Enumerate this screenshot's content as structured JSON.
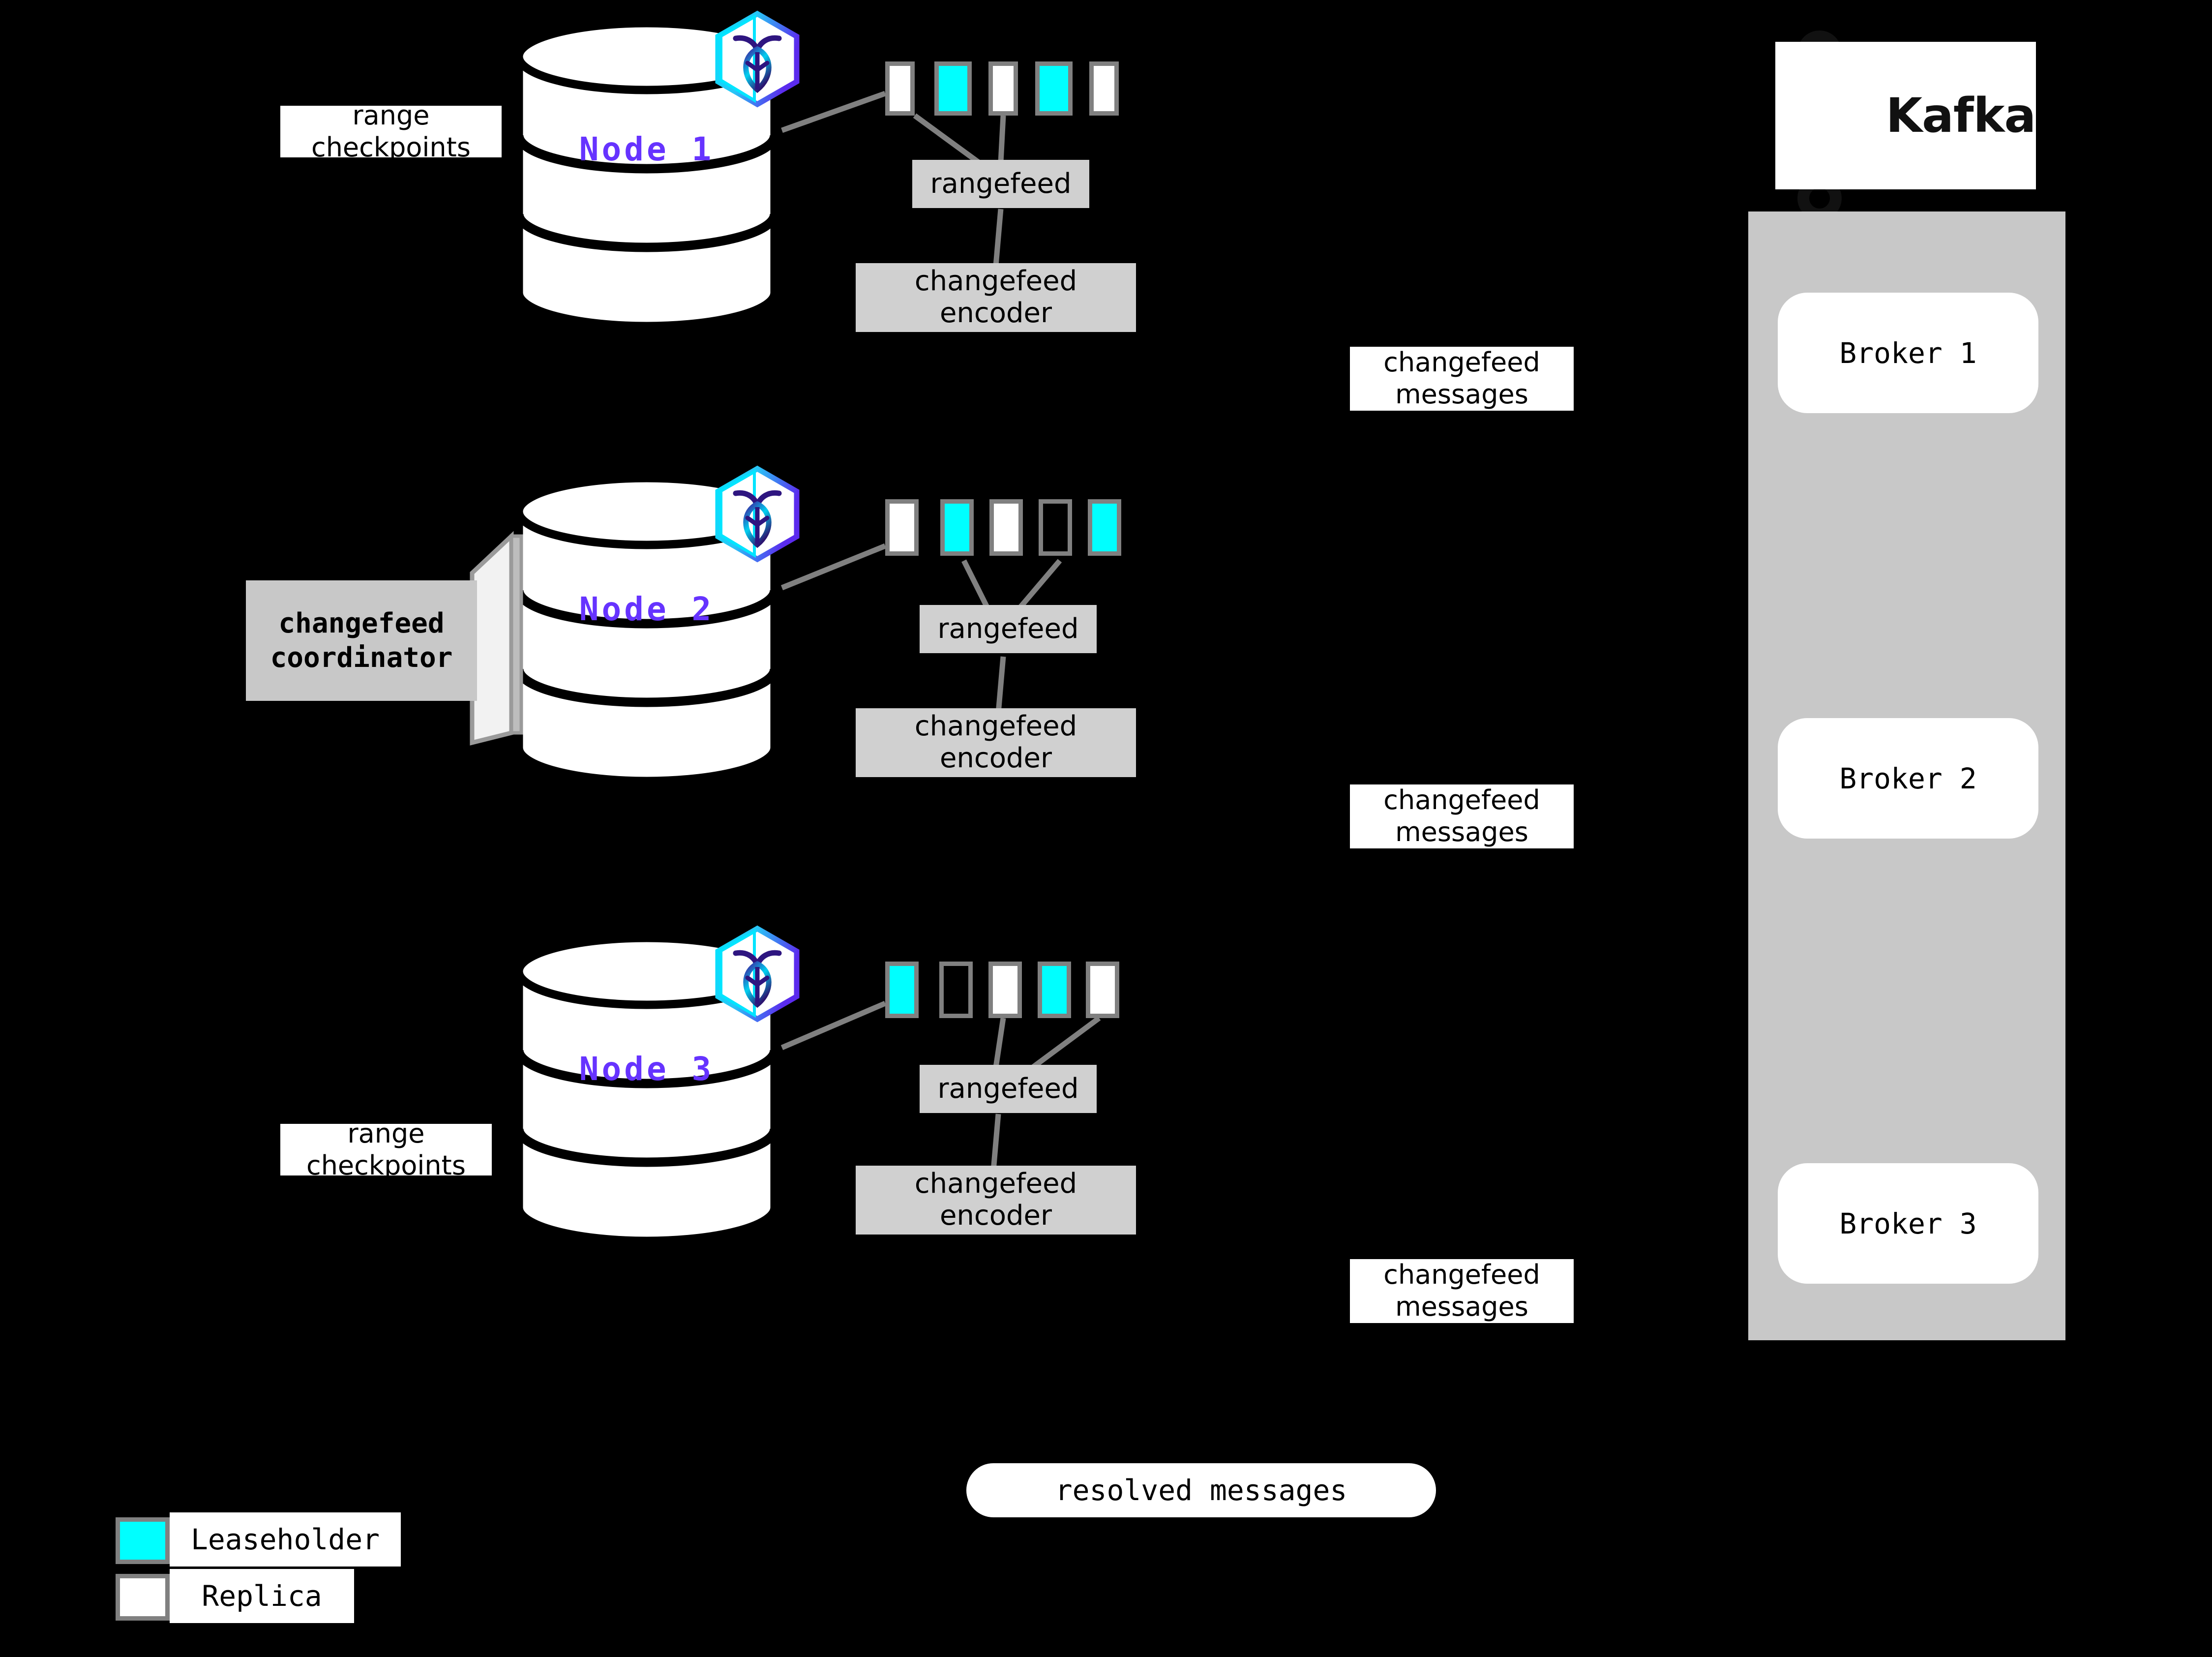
{
  "diagram": {
    "title": "CockroachDB changefeed to Kafka architecture",
    "background": "#000000",
    "colors": {
      "leaseholder": "#00FFFF",
      "replica": "#FFFFFF",
      "cell_border": "#808080",
      "process_box": "#D0D0D0",
      "panel": "#C8C8C8",
      "node_label": "#6633FF",
      "connector": "#808080",
      "logo_cyan": "#00D9FF",
      "logo_purple": "#5522EE"
    }
  },
  "nodes": [
    {
      "label": "Node 1",
      "logo_icon": "cockroachdb-hexagon-icon",
      "ranges": [
        "replica",
        "leaseholder",
        "replica",
        "leaseholder",
        "replica"
      ],
      "rangefeed_label": "rangefeed",
      "encoder_label": "changefeed\nencoder",
      "caption": "range\ncheckpoints",
      "has_caption": true,
      "has_coordinator": false
    },
    {
      "label": "Node 2",
      "logo_icon": "cockroachdb-hexagon-icon",
      "ranges": [
        "replica",
        "leaseholder",
        "replica",
        "empty",
        "leaseholder"
      ],
      "rangefeed_label": "rangefeed",
      "encoder_label": "changefeed\nencoder",
      "caption": "",
      "has_caption": false,
      "has_coordinator": true,
      "coordinator_label": "changefeed\ncoordinator"
    },
    {
      "label": "Node 3",
      "logo_icon": "cockroachdb-hexagon-icon",
      "ranges": [
        "leaseholder",
        "empty",
        "replica",
        "leaseholder",
        "replica"
      ],
      "rangefeed_label": "rangefeed",
      "encoder_label": "changefeed\nencoder",
      "caption": "range\ncheckpoints",
      "has_caption": true,
      "has_coordinator": false
    }
  ],
  "message_labels": [
    {
      "text": "changefeed\nmessages"
    },
    {
      "text": "changefeed\nmessages"
    },
    {
      "text": "changefeed\nmessages"
    }
  ],
  "kafka": {
    "wordmark": "Kafka",
    "logo_icon": "kafka-node-graph-icon",
    "brokers": [
      {
        "label": "Broker 1"
      },
      {
        "label": "Broker 2"
      },
      {
        "label": "Broker 3"
      }
    ]
  },
  "resolved": {
    "label": "resolved messages"
  },
  "legend": {
    "items": [
      {
        "swatch": "leaseholder",
        "label": "Leaseholder"
      },
      {
        "swatch": "replica",
        "label": "Replica"
      }
    ]
  }
}
